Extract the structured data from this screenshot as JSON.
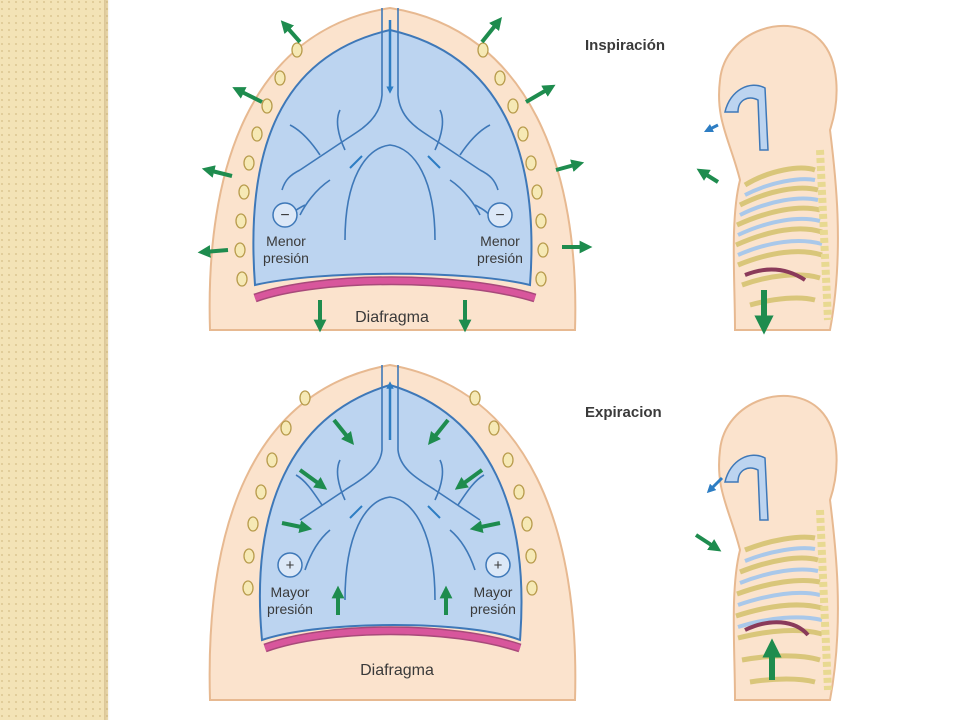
{
  "panels": {
    "inspiration": {
      "title": "Inspiración",
      "left_pressure": [
        "Menor",
        "presión"
      ],
      "right_pressure": [
        "Menor",
        "presión"
      ],
      "pressure_sign": "−",
      "diaphragm": "Diafragma"
    },
    "expiration": {
      "title": "Expiracion",
      "left_pressure": [
        "Mayor",
        "presión"
      ],
      "right_pressure": [
        "Mayor",
        "presión"
      ],
      "pressure_sign": "+",
      "diaphragm": "Diafragma"
    }
  },
  "colors": {
    "lung": "#bcd4f0",
    "lung_stroke": "#3e78b8",
    "skin": "#fbe3cd",
    "skin_stroke": "#e7b991",
    "rib_oval": "#f6e9b5",
    "diaphragm": "#d8569c",
    "arrow_green": "#1e8c4e",
    "arrow_blue": "#2d7dc3",
    "sidebar": "#f3e3b6"
  },
  "icons": [
    "lung-diagram",
    "body-profile",
    "green-arrow",
    "blue-arrow",
    "alveolus-circle"
  ]
}
